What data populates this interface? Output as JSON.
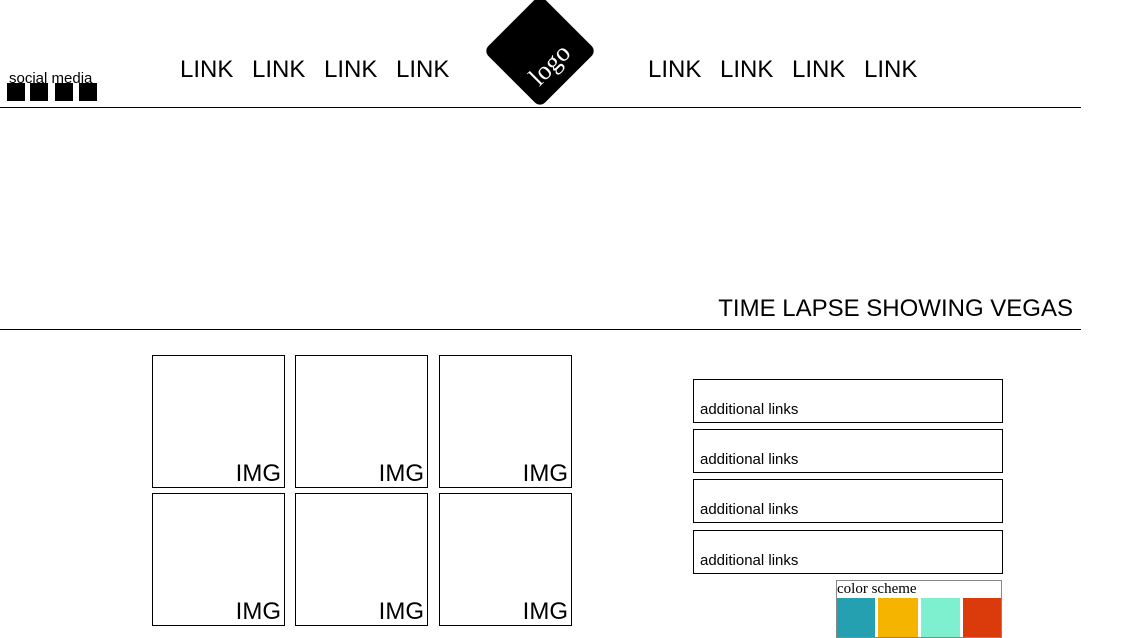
{
  "social": {
    "label": "social media",
    "icons": [
      "social-icon-1",
      "social-icon-2",
      "social-icon-3",
      "social-icon-4"
    ]
  },
  "nav": {
    "left_links": [
      "LINK",
      "LINK",
      "LINK",
      "LINK"
    ],
    "right_links": [
      "LINK",
      "LINK",
      "LINK",
      "LINK"
    ]
  },
  "logo": {
    "text": "logo"
  },
  "hero": {
    "title": "TIME LAPSE SHOWING VEGAS"
  },
  "gallery": {
    "items": [
      "IMG",
      "IMG",
      "IMG",
      "IMG",
      "IMG",
      "IMG"
    ]
  },
  "additional_links": [
    "additional links",
    "additional links",
    "additional links",
    "additional links"
  ],
  "color_scheme": {
    "label": "color scheme",
    "colors": [
      "#25a0b0",
      "#f5b400",
      "#7ef0d0",
      "#db3a0a"
    ]
  }
}
